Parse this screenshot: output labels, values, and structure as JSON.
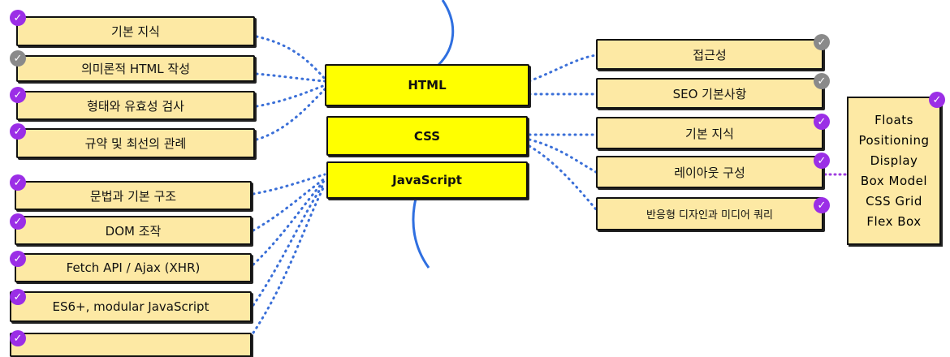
{
  "main_topics": [
    {
      "id": "html",
      "label": "HTML"
    },
    {
      "id": "css",
      "label": "CSS"
    },
    {
      "id": "js",
      "label": "JavaScript"
    }
  ],
  "html_left": [
    {
      "label": "기본 지식",
      "status": "done"
    },
    {
      "label": "의미론적 HTML 작성",
      "status": "skip"
    },
    {
      "label": "형태와 유효성 검사",
      "status": "done"
    },
    {
      "label": "규약 및 최선의 관례",
      "status": "done"
    }
  ],
  "html_right": [
    {
      "label": "접근성",
      "status": "skip"
    },
    {
      "label": "SEO 기본사항",
      "status": "skip"
    }
  ],
  "css_right": [
    {
      "label": "기본 지식",
      "status": "done"
    },
    {
      "label": "레이아웃 구성",
      "status": "done"
    },
    {
      "label": "반응형 디자인과 미디어 쿼리",
      "status": "done"
    }
  ],
  "css_layout_topics": [
    "Floats",
    "Positioning",
    "Display",
    "Box Model",
    "CSS Grid",
    "Flex Box"
  ],
  "js_left": [
    {
      "label": "문법과 기본 구조",
      "status": "done"
    },
    {
      "label": "DOM 조작",
      "status": "done"
    },
    {
      "label": "Fetch API / Ajax (XHR)",
      "status": "done"
    },
    {
      "label": "ES6+, modular JavaScript",
      "status": "done"
    },
    {
      "label": "",
      "status": "done"
    }
  ],
  "colors": {
    "node_fill": "#fde9a4",
    "main_fill": "#ffff00",
    "connector": "#3a6fd8",
    "spine": "#2f6fe0",
    "badge_done": "#9b2ee6",
    "badge_skip": "#8a8a8a",
    "layout_link": "#a040e0"
  },
  "icons": {
    "done": "check-circle-purple-icon",
    "skip": "check-circle-grey-icon"
  }
}
